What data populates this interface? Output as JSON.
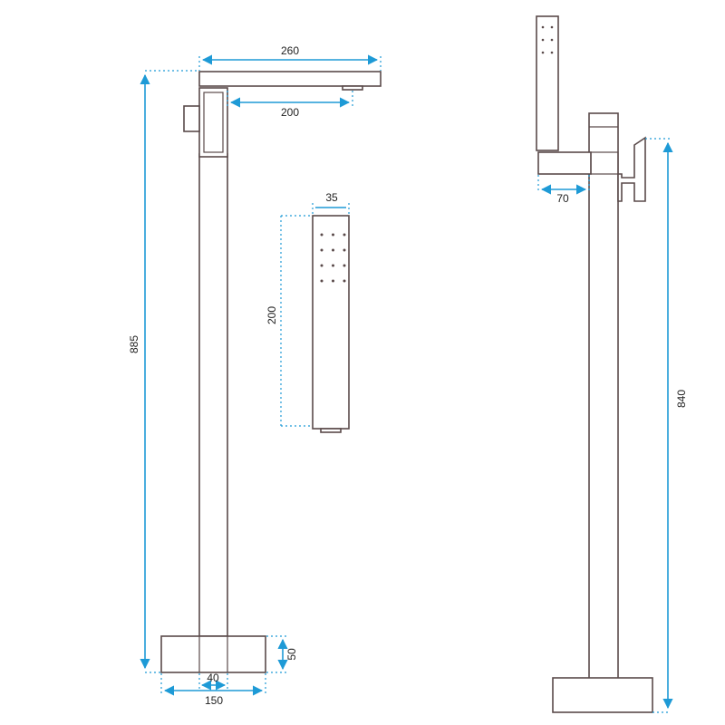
{
  "diagram": {
    "colors": {
      "line": "#5a4a4a",
      "dimension": "#1e9ad6",
      "text": "#222222"
    },
    "front_view": {
      "spout_length": "260",
      "spout_reach": "200",
      "total_height": "885",
      "base_width": "150",
      "column_width": "40",
      "base_height": "50"
    },
    "hand_shower": {
      "width": "35",
      "length": "200",
      "nozzle_rows": 4,
      "nozzle_cols": 3
    },
    "side_view": {
      "holder_offset": "70",
      "body_height": "840",
      "nozzle_rows": 3,
      "nozzle_cols": 2
    }
  }
}
